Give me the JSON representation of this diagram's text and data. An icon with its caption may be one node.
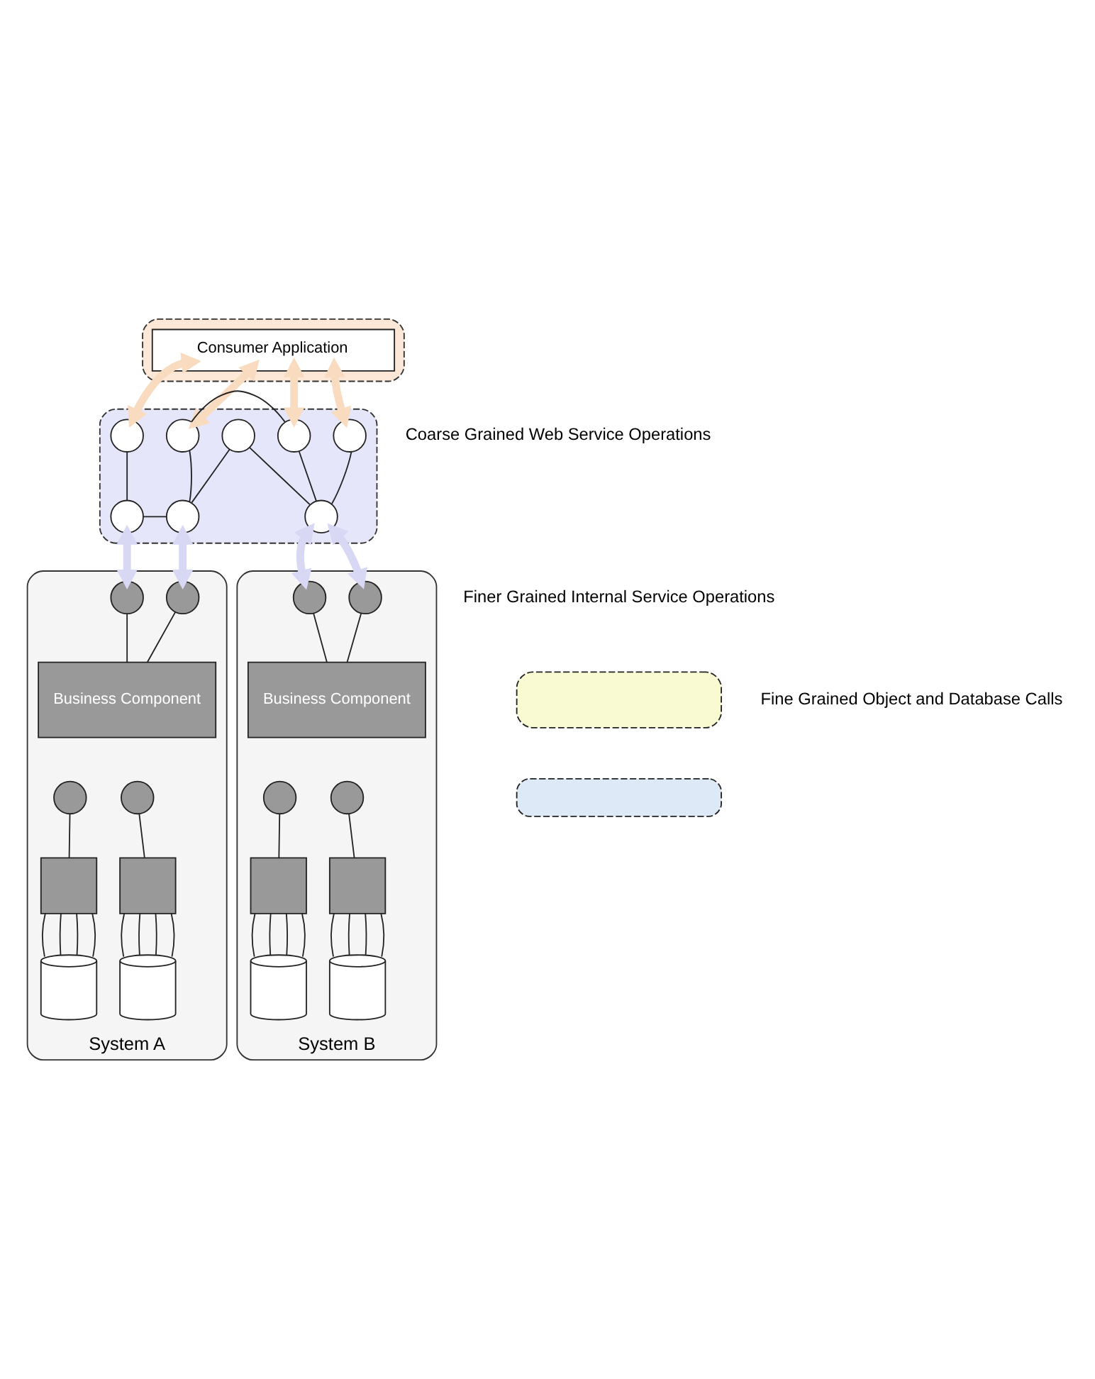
{
  "diagram": {
    "nodes": [
      {
        "text": [],
        "shape": "box"
      },
      {
        "text": [
          "Consumer Application"
        ],
        "in": 0
      },
      {
        "text": [],
        "shape": "box"
      },
      {
        "text": [],
        "shape": "circle",
        "in": 2
      },
      {
        "text": [],
        "shape": "circle",
        "in": 2
      },
      {
        "text": [],
        "shape": "circle",
        "in": 2
      },
      {
        "text": [],
        "shape": "circle",
        "in": 2
      },
      {
        "text": [],
        "shape": "circle",
        "in": 2
      },
      {
        "text": [],
        "shape": "circle",
        "in": 2
      },
      {
        "text": [],
        "shape": "circle",
        "in": 2
      },
      {
        "text": [],
        "shape": "circle",
        "in": 2
      },
      {
        "text": [],
        "shape": "box"
      },
      {
        "text": [],
        "shape": "box"
      },
      {
        "text": [
          "System A"
        ]
      },
      {
        "text": [],
        "shape": "circle",
        "in": 13
      },
      {
        "text": [],
        "shape": "circle",
        "in": 13
      },
      {
        "text": [
          "Business Component"
        ],
        "in": 13
      },
      {
        "text": [],
        "shape": "circle",
        "in": 13
      },
      {
        "text": [],
        "shape": "circle",
        "in": 13
      },
      {
        "text": [],
        "shape": "box",
        "in": 13
      },
      {
        "text": [],
        "shape": "box",
        "in": 13
      },
      {
        "text": [],
        "shape": "cylinder",
        "in": 13
      },
      {
        "text": [],
        "shape": "cylinder",
        "in": 13
      },
      {
        "text": [
          "System B"
        ]
      },
      {
        "text": [],
        "shape": "circle",
        "in": 23
      },
      {
        "text": [],
        "shape": "circle",
        "in": 23
      },
      {
        "text": [
          "Business Component"
        ],
        "in": 23
      },
      {
        "text": [],
        "shape": "circle",
        "in": 23
      },
      {
        "text": [],
        "shape": "circle",
        "in": 23
      },
      {
        "text": [],
        "shape": "box",
        "in": 23
      },
      {
        "text": [],
        "shape": "box",
        "in": 23
      },
      {
        "text": [],
        "shape": "cylinder",
        "in": 23
      },
      {
        "text": [],
        "shape": "cylinder",
        "in": 23
      }
    ],
    "edges": [
      {
        "from": 1,
        "to": 4,
        "arrow": "both",
        "style": "thick",
        "color": "#f9dcc0"
      },
      {
        "from": 1,
        "to": 6,
        "arrow": "both",
        "style": "thick",
        "color": "#f9dcc0"
      },
      {
        "from": 1,
        "to": 8,
        "arrow": "both",
        "style": "thick",
        "color": "#f9dcc0"
      },
      {
        "from": 1,
        "to": 10,
        "arrow": "both",
        "style": "thick",
        "color": "#f9dcc0"
      },
      {
        "from": 4,
        "to": 3,
        "arrow": "none"
      },
      {
        "from": 3,
        "to": 5,
        "arrow": "none"
      },
      {
        "from": 5,
        "to": 6,
        "arrow": "none"
      },
      {
        "from": 6,
        "to": 8,
        "arrow": "none"
      },
      {
        "from": 5,
        "to": 7,
        "arrow": "none"
      },
      {
        "from": 7,
        "to": 9,
        "arrow": "none"
      },
      {
        "from": 8,
        "to": 9,
        "arrow": "none"
      },
      {
        "from": 9,
        "to": 10,
        "arrow": "none"
      },
      {
        "from": 3,
        "to": 14,
        "arrow": "both",
        "style": "thick",
        "color": "#d8d8f4"
      },
      {
        "from": 5,
        "to": 15,
        "arrow": "both",
        "style": "thick",
        "color": "#d8d8f4"
      },
      {
        "from": 9,
        "to": 24,
        "arrow": "both",
        "style": "thick",
        "color": "#d8d8f4"
      },
      {
        "from": 9,
        "to": 25,
        "arrow": "both",
        "style": "thick",
        "color": "#d8d8f4"
      },
      {
        "from": 14,
        "to": 16,
        "arrow": "none"
      },
      {
        "from": 15,
        "to": 16,
        "arrow": "none"
      },
      {
        "from": 17,
        "to": 19,
        "arrow": "none"
      },
      {
        "from": 18,
        "to": 20,
        "arrow": "none"
      },
      {
        "from": 19,
        "to": 21,
        "arrow": "none"
      },
      {
        "from": 19,
        "to": 21,
        "arrow": "none"
      },
      {
        "from": 19,
        "to": 21,
        "arrow": "none"
      },
      {
        "from": 19,
        "to": 21,
        "arrow": "none"
      },
      {
        "from": 20,
        "to": 22,
        "arrow": "none"
      },
      {
        "from": 20,
        "to": 22,
        "arrow": "none"
      },
      {
        "from": 20,
        "to": 22,
        "arrow": "none"
      },
      {
        "from": 20,
        "to": 22,
        "arrow": "none"
      },
      {
        "from": 24,
        "to": 26,
        "arrow": "none"
      },
      {
        "from": 25,
        "to": 26,
        "arrow": "none"
      },
      {
        "from": 27,
        "to": 29,
        "arrow": "none"
      },
      {
        "from": 28,
        "to": 30,
        "arrow": "none"
      },
      {
        "from": 29,
        "to": 31,
        "arrow": "none"
      },
      {
        "from": 29,
        "to": 31,
        "arrow": "none"
      },
      {
        "from": 29,
        "to": 31,
        "arrow": "none"
      },
      {
        "from": 29,
        "to": 31,
        "arrow": "none"
      },
      {
        "from": 30,
        "to": 32,
        "arrow": "none"
      },
      {
        "from": 30,
        "to": 32,
        "arrow": "none"
      },
      {
        "from": 30,
        "to": 32,
        "arrow": "none"
      },
      {
        "from": 30,
        "to": 32,
        "arrow": "none"
      }
    ],
    "labels": [
      "Coarse Grained Web Service Operations",
      "Finer Grained Internal Service Operations",
      "Fine Grained Object and Database Calls"
    ]
  }
}
